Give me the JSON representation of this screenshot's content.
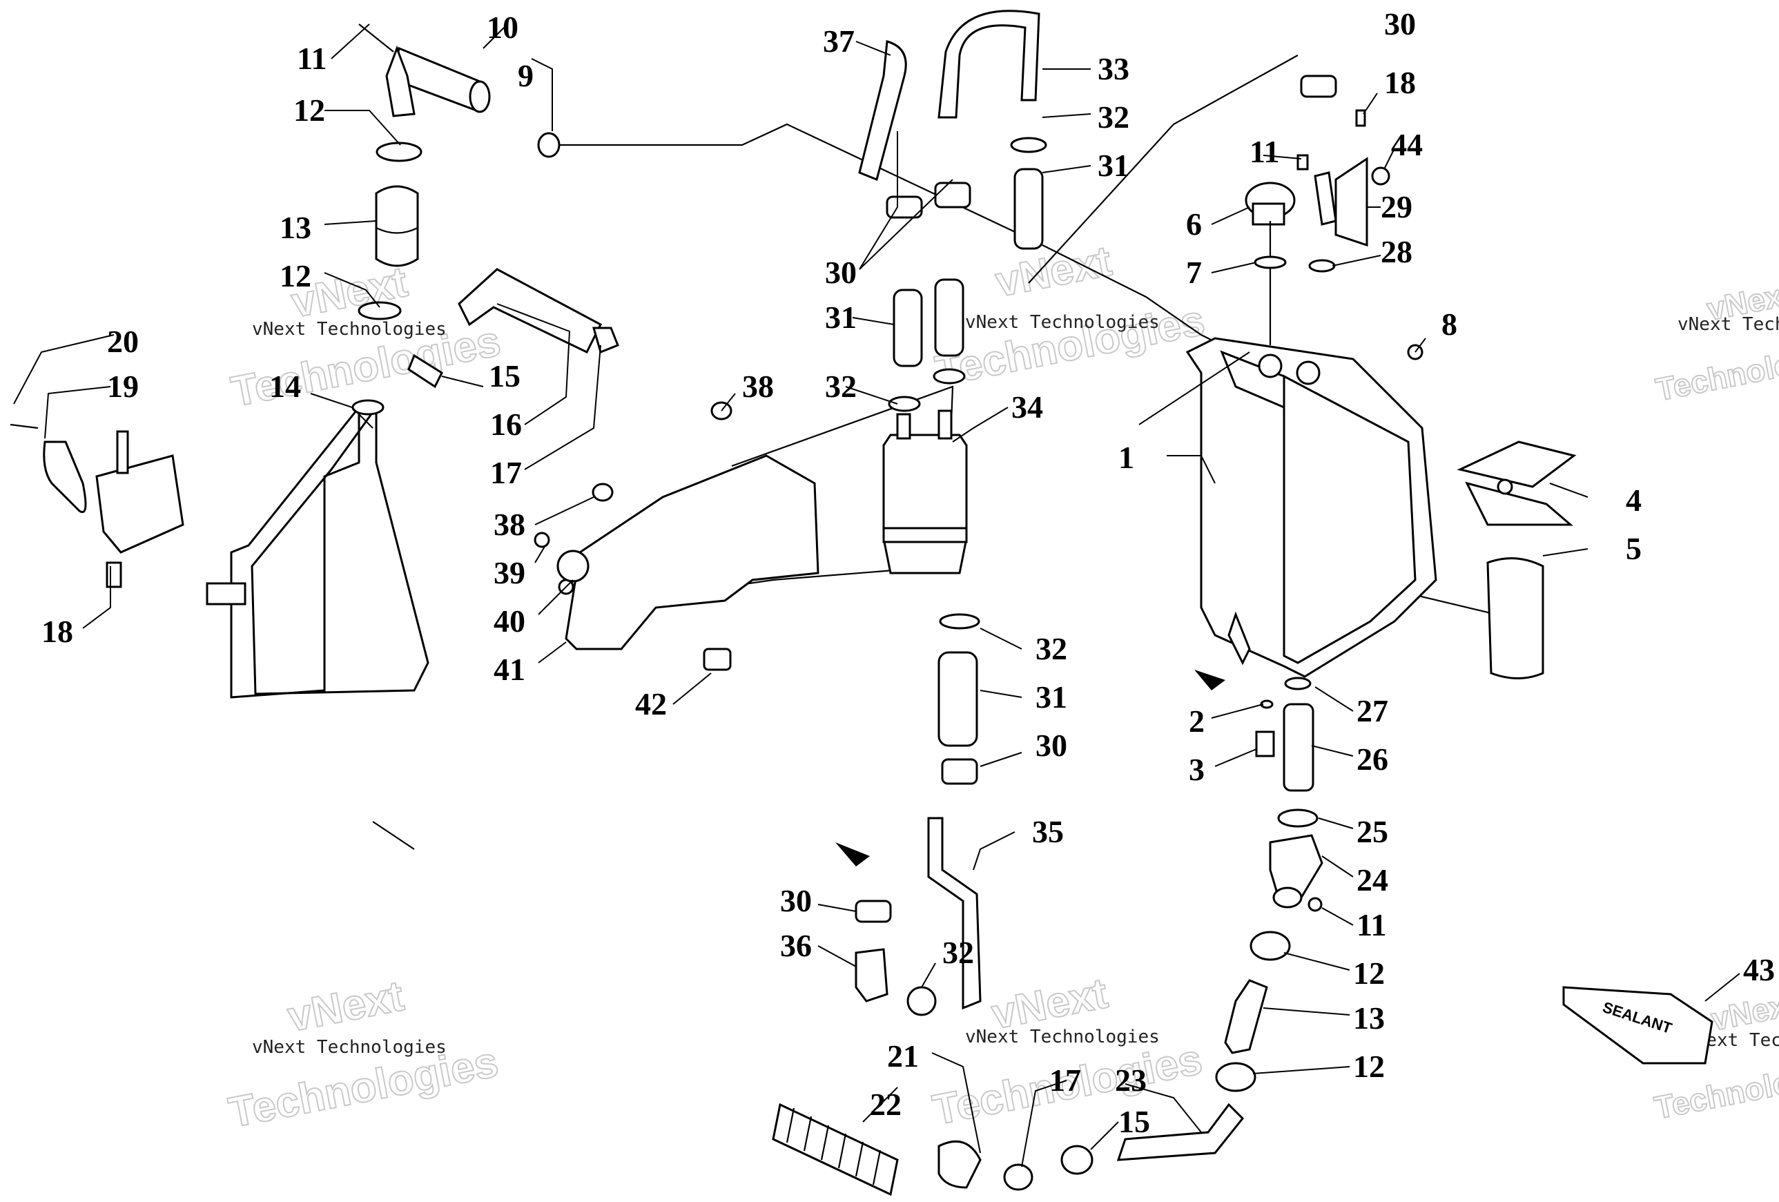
{
  "callouts": [
    "1",
    "2",
    "3",
    "4",
    "5",
    "6",
    "7",
    "8",
    "9",
    "10",
    "11",
    "12",
    "13",
    "14",
    "15",
    "16",
    "17",
    "18",
    "19",
    "20",
    "21",
    "22",
    "23",
    "24",
    "25",
    "26",
    "27",
    "28",
    "29",
    "30",
    "31",
    "32",
    "33",
    "34",
    "35",
    "36",
    "37",
    "38",
    "39",
    "40",
    "41",
    "42",
    "43",
    "44"
  ],
  "watermark": {
    "company_line": "vNext Technologies",
    "brand_top": "vNext",
    "brand_bottom": "Technologies"
  },
  "sealant_tube_label": "SEALANT"
}
